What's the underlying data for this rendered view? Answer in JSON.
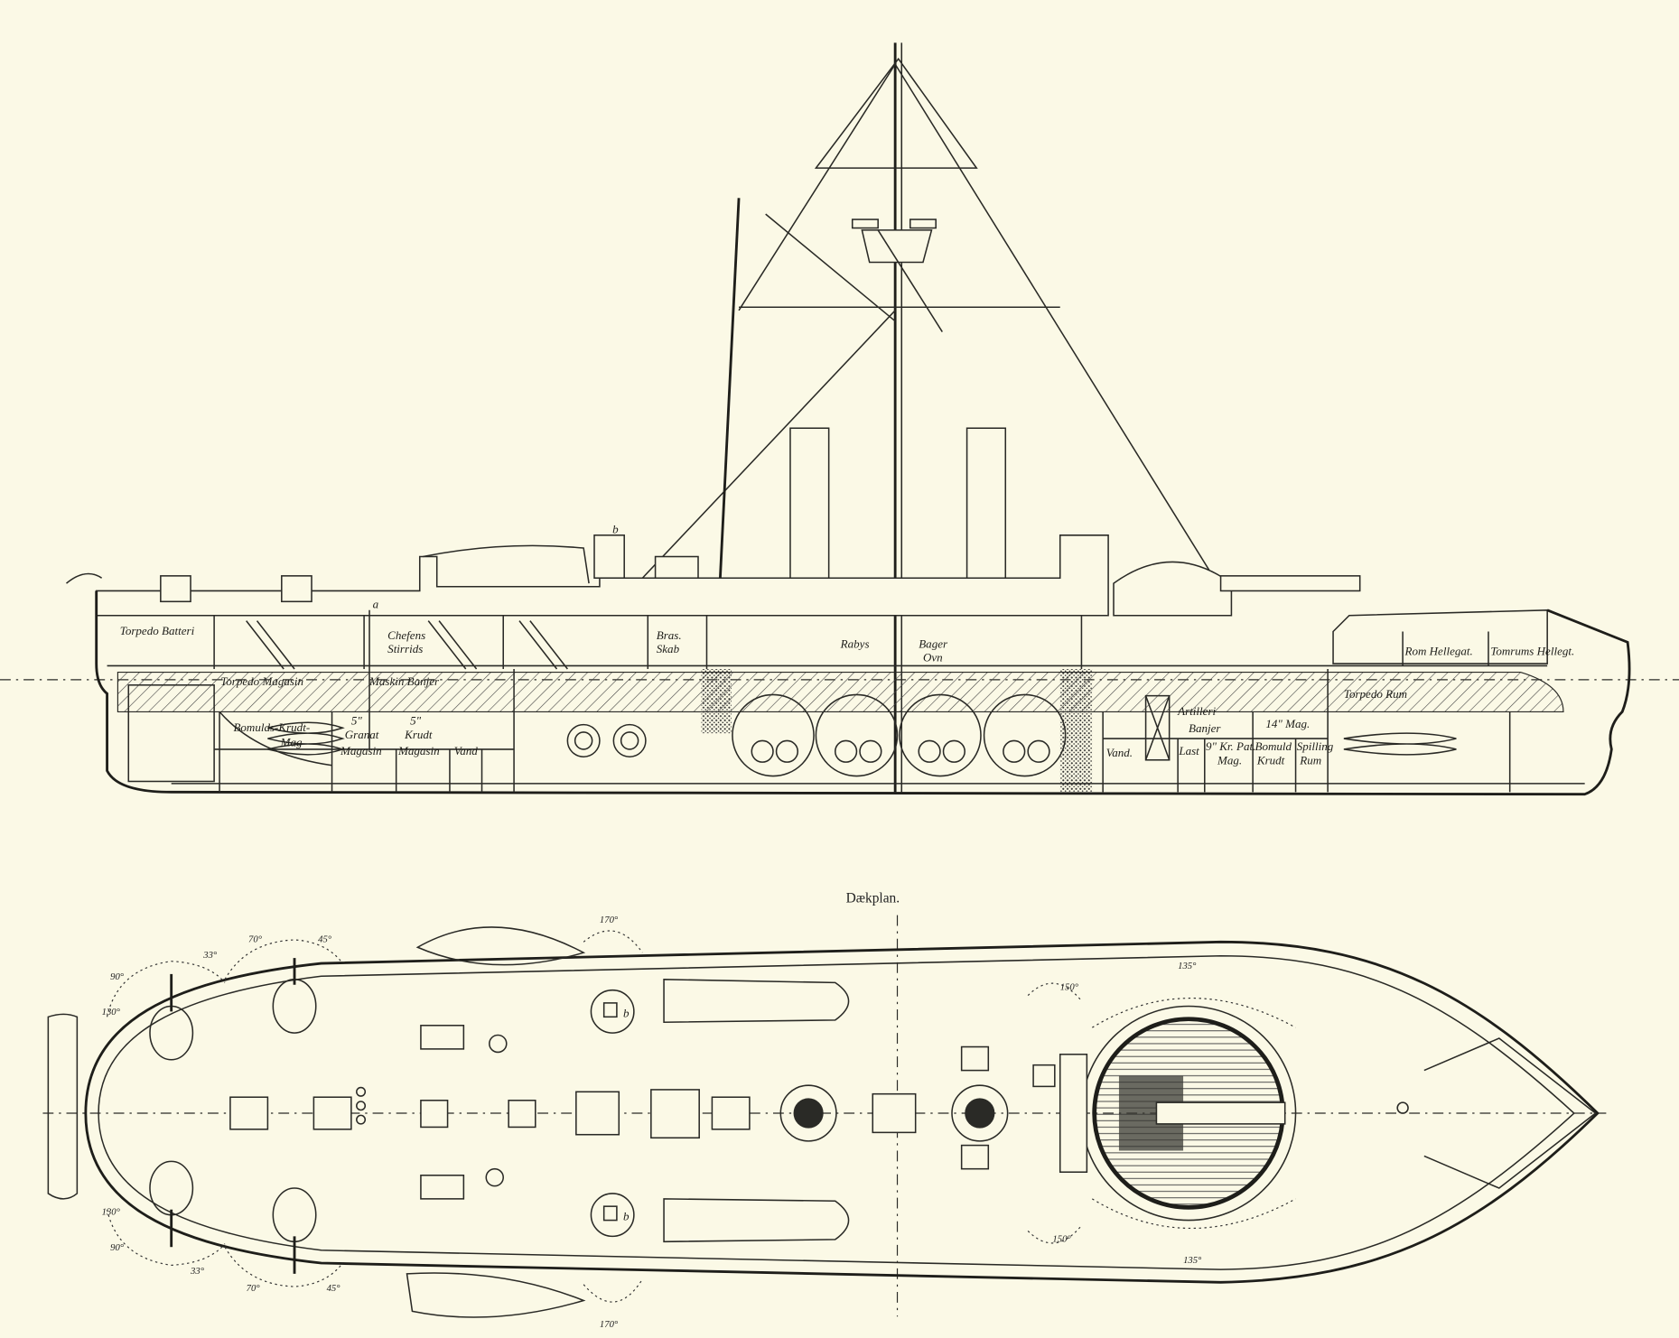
{
  "colors": {
    "paper": "#fbf9e6",
    "ink": "#2a2a26"
  },
  "profile": {
    "markers": {
      "a": "a",
      "b": "b"
    },
    "labels": {
      "torpedo_batteri": "Torpedo Batteri",
      "chefens_1": "Chefens",
      "chefens_2": "Stirrids",
      "bras_1": "Bras.",
      "bras_2": "Skab",
      "rabys": "Rabys",
      "bager_1": "Bager",
      "bager_2": "Ovn",
      "torpedo_magasin": "Torpedo Magasin",
      "maskin_banjer": "Maskin Banjer",
      "bomulds_1": "Bomulds-Krudt-",
      "bomulds_2": "Mag",
      "granat_cal": "5\"",
      "granat_1": "Granat",
      "granat_2": "Magasin",
      "krudt_cal": "5\"",
      "krudt_1": "Krudt",
      "krudt_2": "Magasin",
      "vand_fore": "Vand",
      "vand_aft": "Vand.",
      "artilleri_1": "Artilleri",
      "artilleri_2": "Banjer",
      "last": "Last",
      "mag14": "14\" Mag.",
      "kr_pat_1": "9\" Kr. Pat.",
      "kr_pat_2": "Mag.",
      "bomuld_1": "Bomuld",
      "bomuld_2": "Krudt",
      "spilling_1": "Spilling",
      "spilling_2": "Rum",
      "torpedo_rum": "Torpedo Rum",
      "rom_hellegat": "Rom Hellegat.",
      "tomrums_hellegat": "Tomrums Hellegt."
    }
  },
  "deckplan": {
    "title": "Dækplan.",
    "markers": {
      "b_top": "b",
      "b_bottom": "b"
    },
    "angles": {
      "top": [
        "90°",
        "33°",
        "70°",
        "45°",
        "170°",
        "130°",
        "150°",
        "135°"
      ],
      "bottom": [
        "130°",
        "90°",
        "33°",
        "70°",
        "45°",
        "170°",
        "150°",
        "135°"
      ]
    }
  }
}
